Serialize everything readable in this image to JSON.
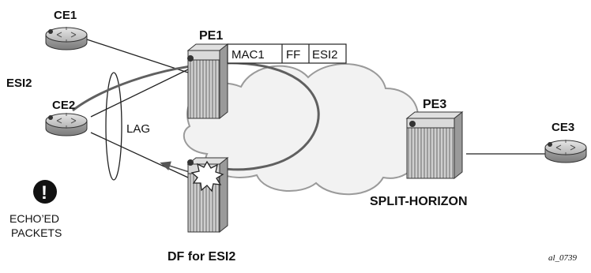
{
  "labels": {
    "ce1": "CE1",
    "ce2": "CE2",
    "ce3": "CE3",
    "pe1": "PE1",
    "pe3": "PE3",
    "esi": "ESI2",
    "lag": "LAG",
    "split_horizon": "SPLIT-HORIZON",
    "df": "DF for ESI2",
    "warning_line1": "ECHO’ED",
    "warning_line2": "PACKETS",
    "warning_glyph": "!",
    "figure_id": "al_0739"
  },
  "packet_header": {
    "fields": [
      "MAC1",
      "FF",
      "ESI2"
    ]
  },
  "colors": {
    "cloud_stroke": "#9a9a9a",
    "device_fill": "#c8c8c8",
    "path_stroke": "#606060",
    "line": "#222222"
  },
  "icons": {
    "router": "router-icon",
    "switch": "switch-chassis-icon",
    "cloud": "cloud-icon",
    "warning": "exclamation-icon",
    "burst": "collision-burst-icon"
  }
}
